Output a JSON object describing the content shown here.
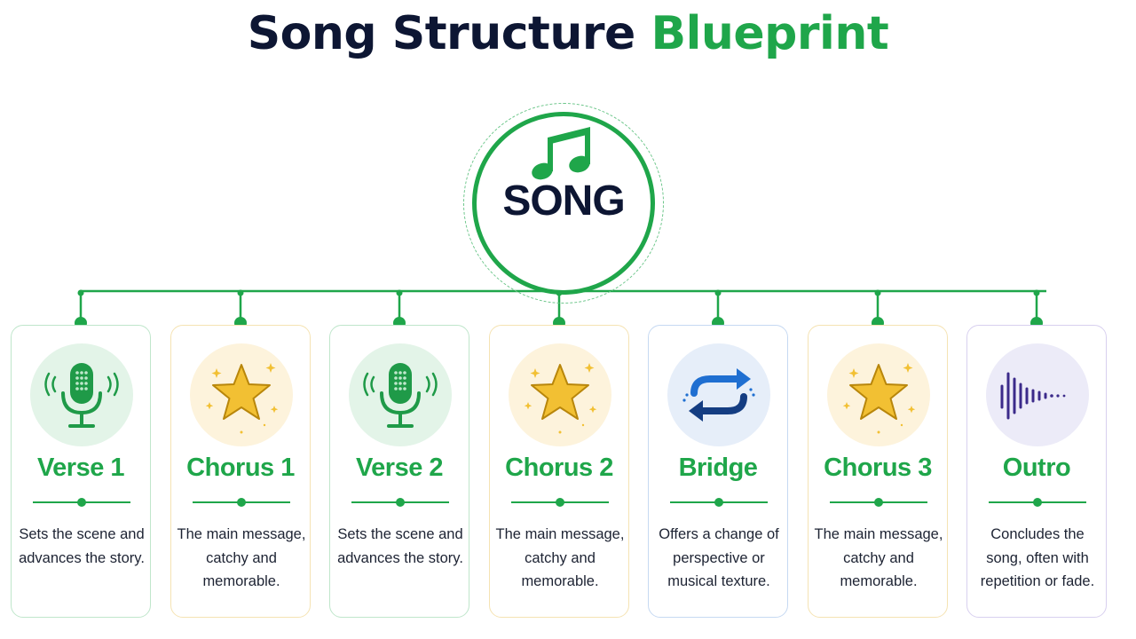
{
  "title": {
    "main": "Song Structure",
    "accent": "Blueprint"
  },
  "hub": {
    "label": "SONG",
    "icon": "music-note-icon"
  },
  "colors": {
    "green": "#1fa64a",
    "navy": "#0d1633",
    "gold": "#f2c033",
    "blue": "#1b4fa0",
    "purple": "#3b2a8a"
  },
  "sections": [
    {
      "title": "Verse 1",
      "description": "Sets the scene and advances the story.",
      "icon": "microphone-icon",
      "theme": "green"
    },
    {
      "title": "Chorus 1",
      "description": "The main message, catchy and memorable.",
      "icon": "star-icon",
      "theme": "yellow"
    },
    {
      "title": "Verse 2",
      "description": "Sets the scene and advances the story.",
      "icon": "microphone-icon",
      "theme": "green"
    },
    {
      "title": "Chorus 2",
      "description": "The main message, catchy and memorable.",
      "icon": "star-icon",
      "theme": "yellow"
    },
    {
      "title": "Bridge",
      "description": "Offers a change of perspective or musical texture.",
      "icon": "repeat-arrows-icon",
      "theme": "blue"
    },
    {
      "title": "Chorus 3",
      "description": "The main message, catchy and memorable.",
      "icon": "star-icon",
      "theme": "yellow"
    },
    {
      "title": "Outro",
      "description": "Concludes the song, often with repetition or fade.",
      "icon": "fading-waveform-icon",
      "theme": "purple"
    }
  ]
}
